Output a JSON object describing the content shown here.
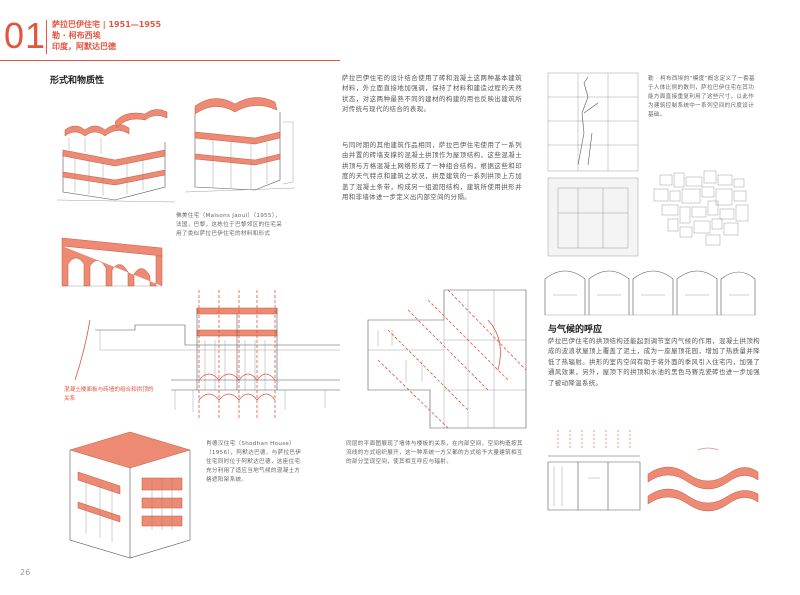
{
  "header": {
    "chapter_number": "01",
    "title": "萨拉巴伊住宅 | 1951—1955",
    "subtitle_1": "勒 · 柯布西埃",
    "subtitle_2": "印度，阿默达巴德"
  },
  "section_form": {
    "title": "形式和物质性",
    "paragraph_1": "萨拉巴伊住宅的设计结合使用了砖和混凝土这两种基本建筑材料，外立面直接地加强调，保持了材料和建造过程的天然状态，对这两种最熟不同的建材的构建的用也反映出建筑所对传统与现代的结合的表现。",
    "paragraph_2": "与同时期的其他建筑作品相同，萨拉巴伊住宅使用了一系列由并置的砖墙支撑的混凝土拱顶作为屋顶结构，这些混凝土拱顶与方格混凝土网络形成了一种组合结构，根据这些和印度的天气特点和建筑之状况，拱是建筑的一系列拱顶上方加盖了混凝土条带，构成另一组遮阳结构，建筑所使用拱形并用和非墙体进一步定义出内部空间的分隔。"
  },
  "captions": {
    "maisons_jaoul": "佛美住宅（Maisons Jaoul）（1955），法国，巴黎，这栋位于巴黎郊区的住宅采用了类似萨拉巴伊住宅的材料和形式",
    "red_note": "混凝土楼面板与砖墙的组合和拱顶的关系",
    "shodhan": "肖德汉住宅（Shodhan House）（1956），阿默达巴德，与萨拉巴伊住宅同时位于阿默达巴德，这座住宅充分利用了适应当地气候的混凝土方格遮阳架系统。",
    "plan": "同层的平面图展现了墙体与楼板的关系，在内部空间，空间构造按其流线的方式组织展开，这一种系统一方又都的方式给予大量建筑相互的部分呈现空间，使其相互呼应与辐射。",
    "modulor": "勒 · 柯布西埃的“模度”概念定义了一套基于人体比例的数列，萨拉巴伊住宅在其功能方面直接重复利用了这些尺寸，以此作为建筑控制系统中一系列空间的尺度设计基础。"
  },
  "section_climate": {
    "title": "与气候的呼应",
    "paragraph": "萨拉巴伊住宅的拱顶结构还能起到调节室内气候的作用，混凝土拱顶构成的波浪状屋顶上覆盖了泥土，成为一座屋顶花园，增加了热质量并降低了热辐射。拱形的室内空间有助于将外面的季风引入住宅内，加强了通风效果，另外，屋顶下的拱顶和水池的黑色马赛克瓷砖也进一步加强了被动降温系统。"
  },
  "page_number": "26",
  "colors": {
    "accent": "#e2553f",
    "fill": "#ec8a73"
  }
}
